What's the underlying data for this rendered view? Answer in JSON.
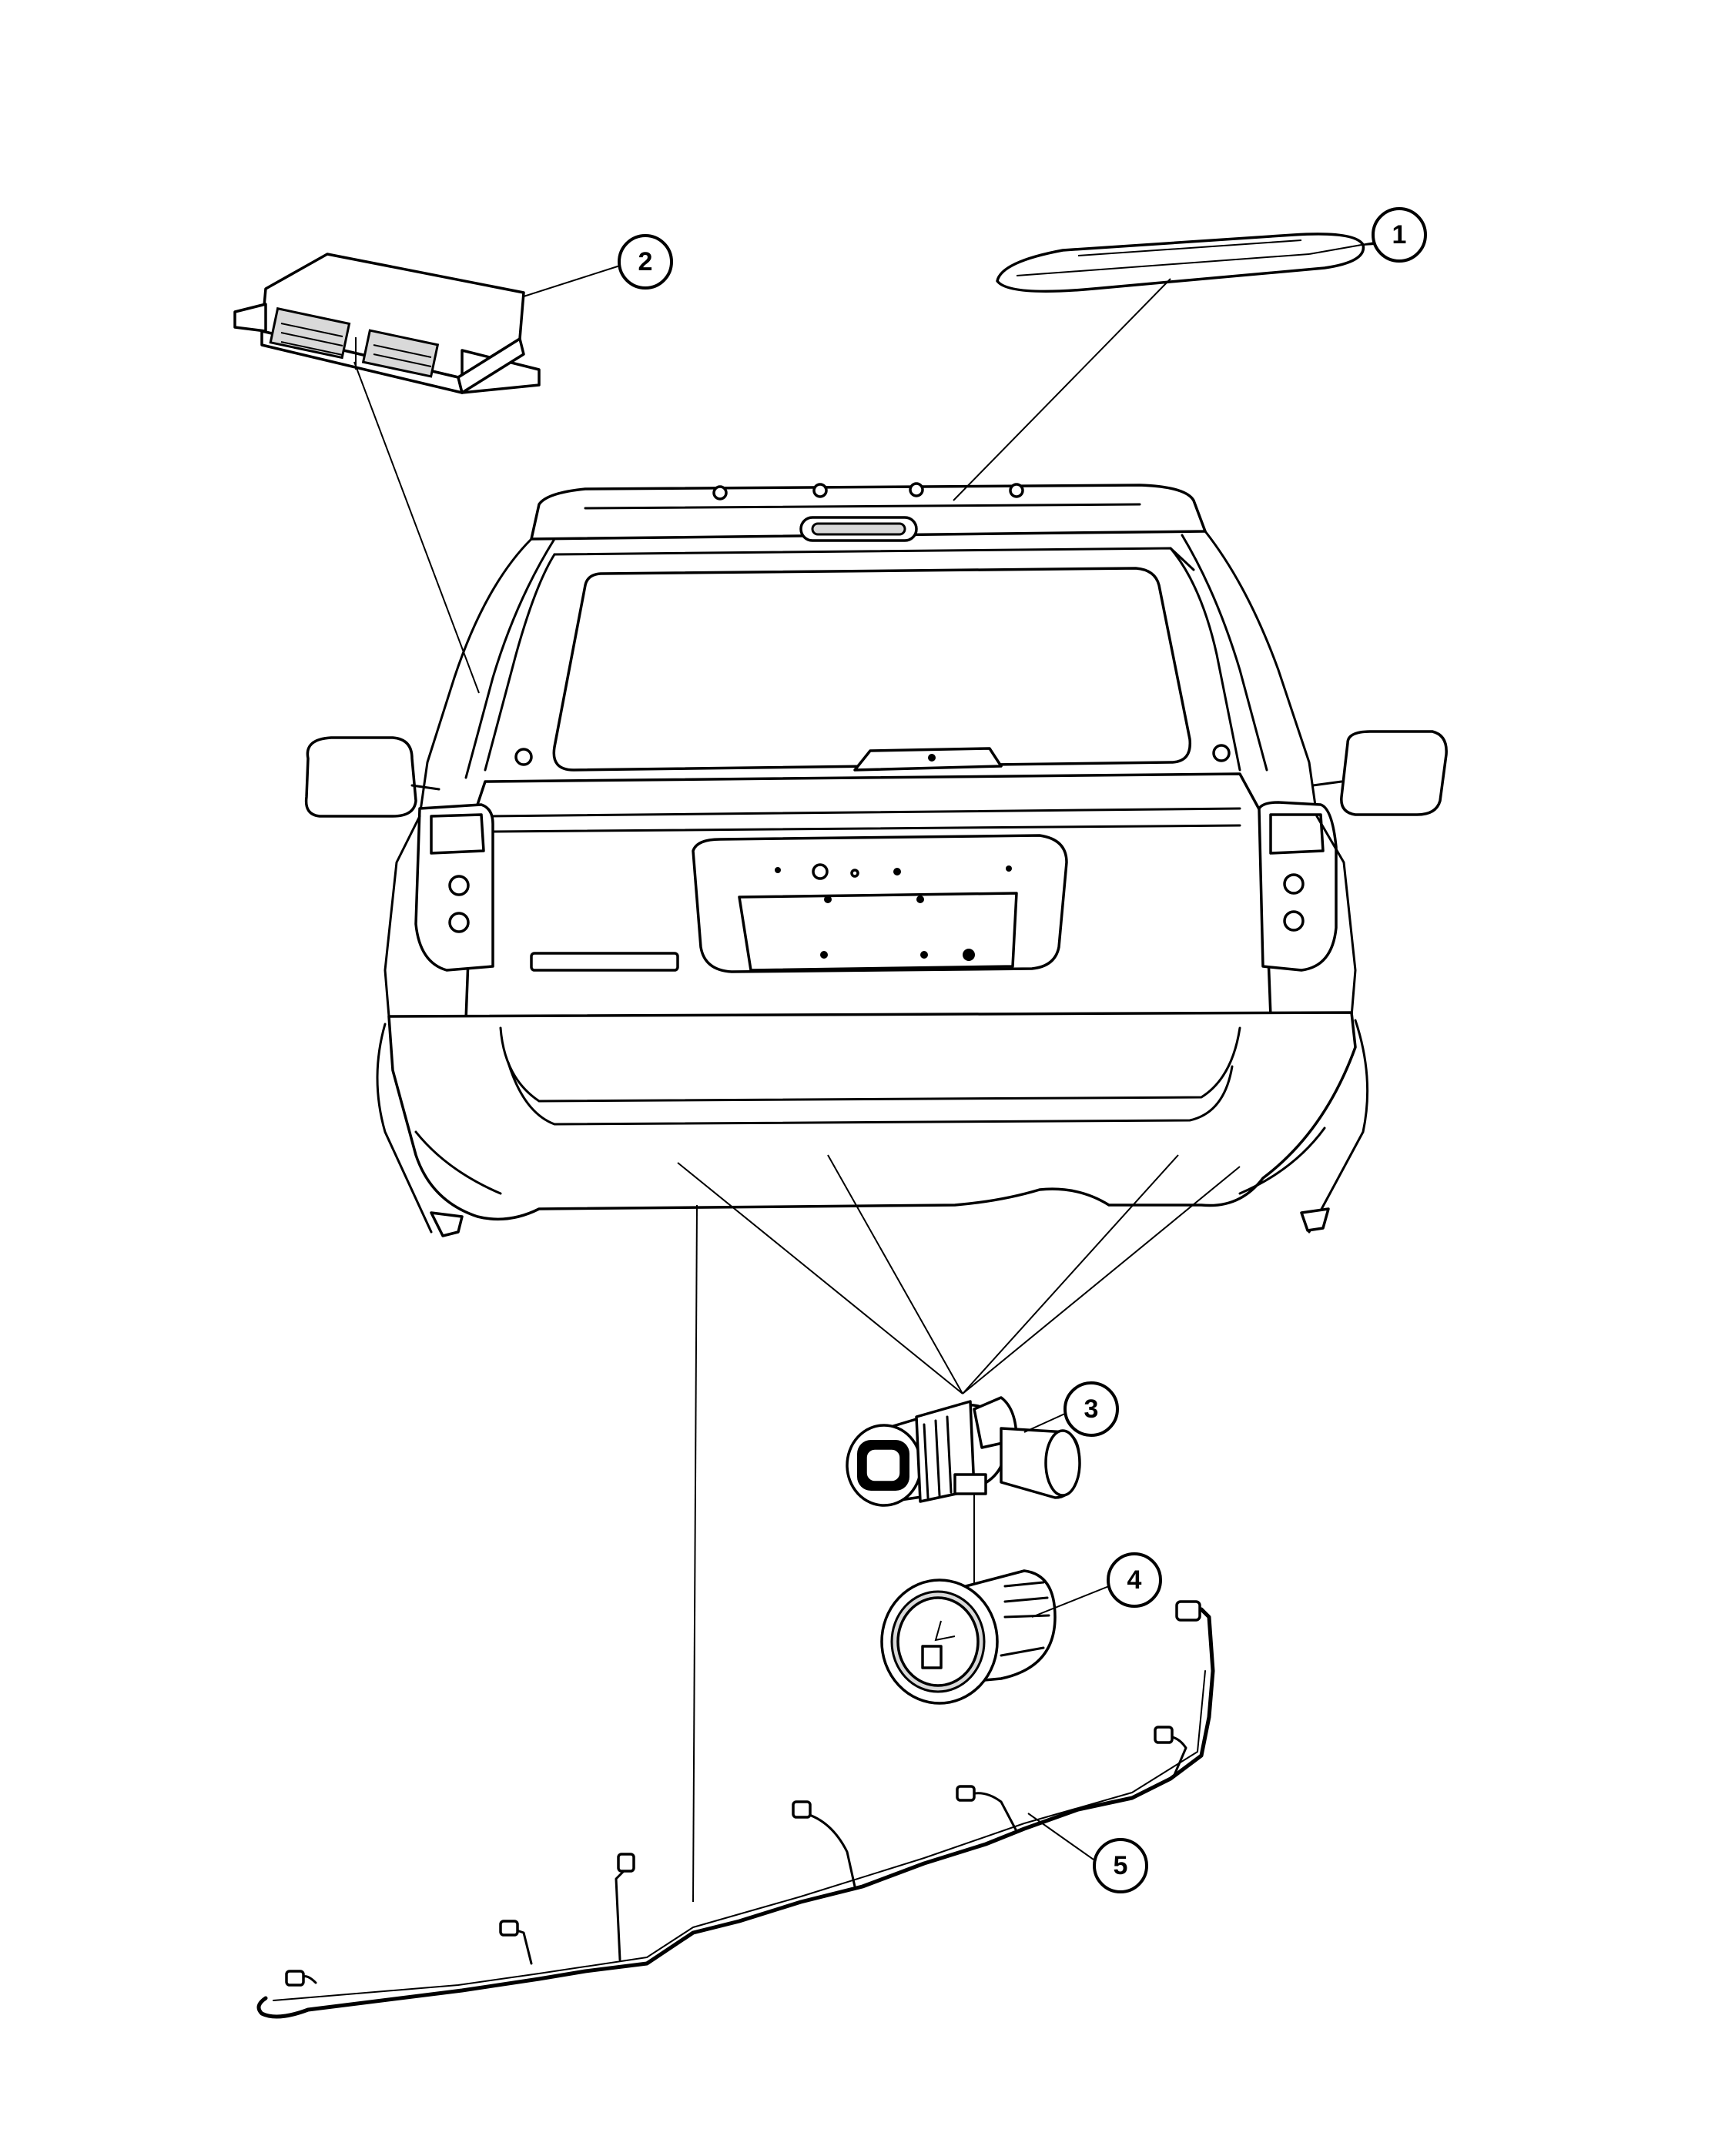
{
  "callouts": [
    {
      "label": "1",
      "part": "third-brake-light"
    },
    {
      "label": "2",
      "part": "park-assist-module"
    },
    {
      "label": "3",
      "part": "park-assist-sensor"
    },
    {
      "label": "4",
      "part": "sensor-bezel"
    },
    {
      "label": "5",
      "part": "sensor-wiring-harness"
    }
  ]
}
